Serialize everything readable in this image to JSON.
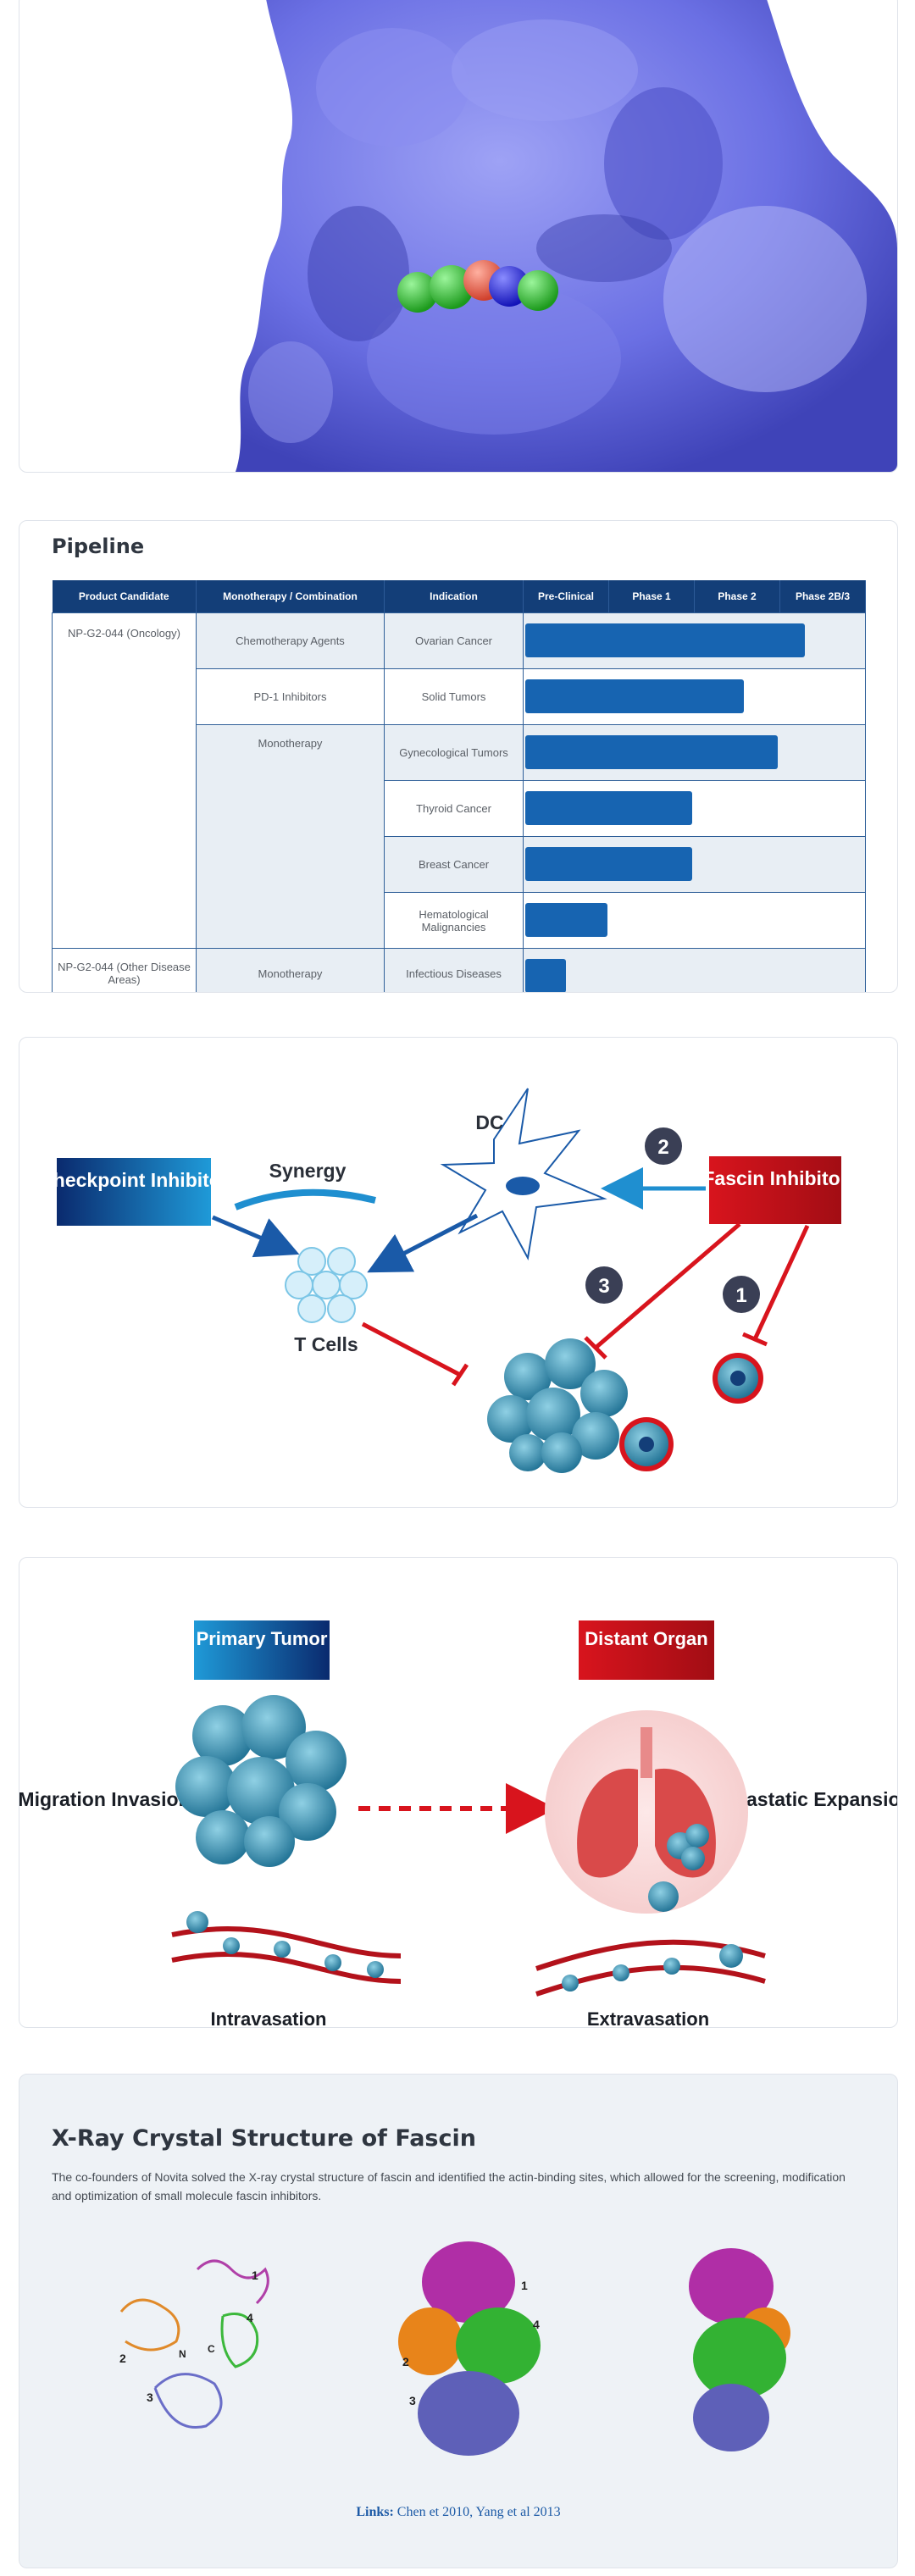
{
  "colors": {
    "navy": "#133e78",
    "bar_blue": "#1764b1",
    "fascin_red": "#d8141d",
    "protein_blue": "#6e73e6"
  },
  "pipeline": {
    "title": "Pipeline",
    "headers": [
      "Product Candidate",
      "Monotherapy / Combination",
      "Indication",
      "Pre-Clinical",
      "Phase 1",
      "Phase 2",
      "Phase 2B/3"
    ],
    "candidate_1": "NP-G2-044 (Oncology)",
    "candidate_2": "NP-G2-044 (Other Disease Areas)",
    "rows": [
      {
        "therapy": "Chemotherapy Agents",
        "indication": "Ovarian Cancer",
        "progress": 0.82
      },
      {
        "therapy": "PD-1 Inhibitors",
        "indication": "Solid Tumors",
        "progress": 0.64
      },
      {
        "therapy": "Monotherapy",
        "indication": "Gynecological Tumors",
        "progress": 0.74
      },
      {
        "therapy": "",
        "indication": "Thyroid Cancer",
        "progress": 0.49
      },
      {
        "therapy": "",
        "indication": "Breast Cancer",
        "progress": 0.49
      },
      {
        "therapy": "",
        "indication": "Hematological Malignancies",
        "progress": 0.24
      },
      {
        "therapy": "Monotherapy",
        "indication": "Infectious Diseases",
        "progress": 0.12
      }
    ]
  },
  "immune": {
    "checkpoint_label": "Checkpoint Inhibitor",
    "synergy_label": "Synergy",
    "dc_label": "DC",
    "tcells_label": "T Cells",
    "fascin_label": "Fascin Inhibitor",
    "steps": [
      "1",
      "2",
      "3"
    ]
  },
  "metastasis": {
    "primary_label": "Primary Tumor",
    "distant_label": "Distant Organ",
    "migration_label": "Migration Invasion",
    "metastatic_label": "Metastatic Expansion",
    "intravasation_label": "Intravasation",
    "extravasation_label": "Extravasation"
  },
  "xray": {
    "title": "X-Ray Crystal Structure of Fascin",
    "description": "The co-founders of Novita solved the X-ray crystal structure of fascin and identified the actin-binding sites, which allowed for the screening, modification and optimization of small molecule fascin inhibitors.",
    "links_label": "Links:",
    "links_text": "Chen et 2010, Yang et al 2013",
    "domain_labels": [
      "1",
      "2",
      "3",
      "4",
      "N",
      "C"
    ]
  }
}
